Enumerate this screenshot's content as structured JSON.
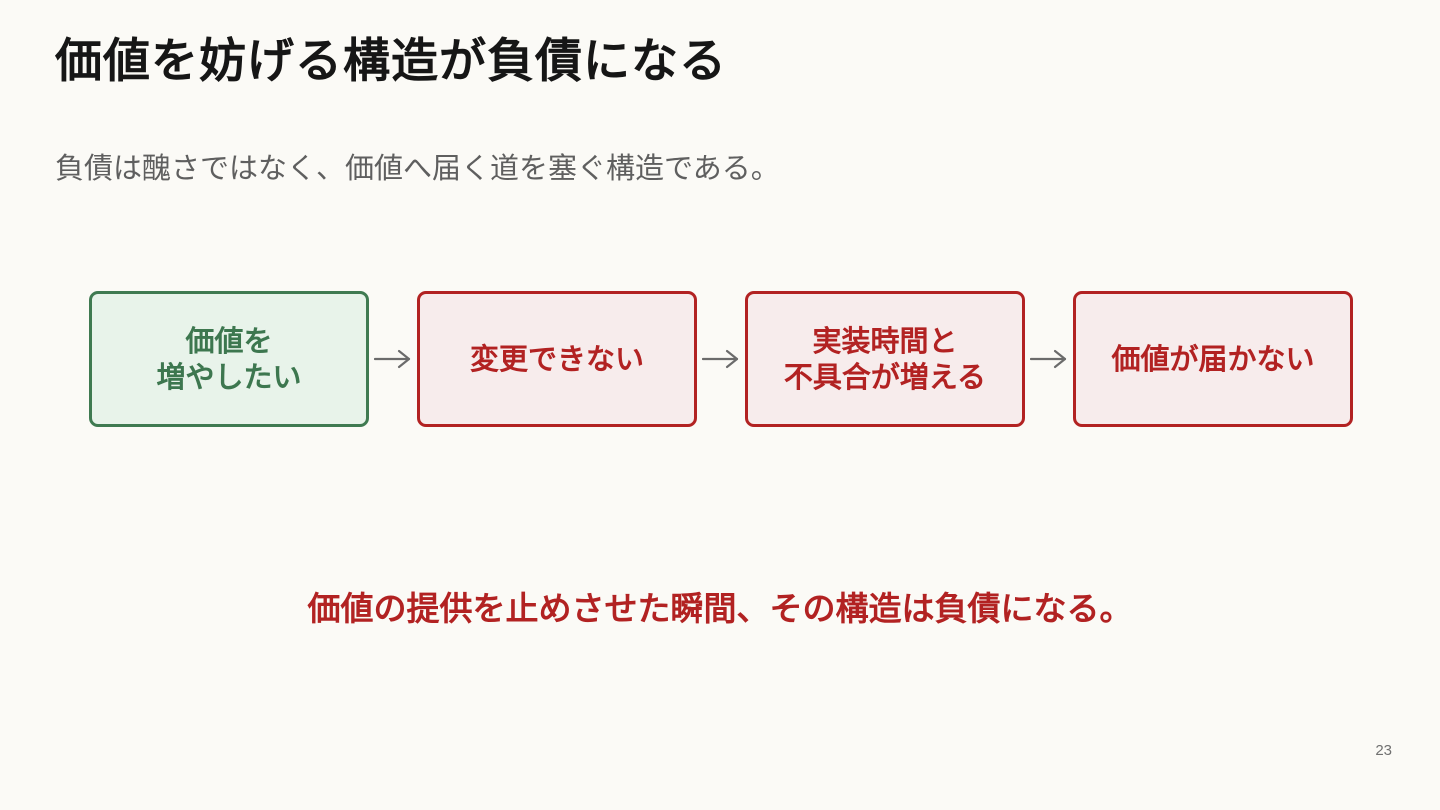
{
  "slide": {
    "title": "価値を妨げる構造が負債になる",
    "subtitle": "負債は醜さではなく、価値へ届く道を塞ぐ構造である。",
    "flow": [
      {
        "label": "価値を\n増やしたい",
        "kind": "goal"
      },
      {
        "label": "変更できない",
        "kind": "problem"
      },
      {
        "label": "実装時間と\n不具合が増える",
        "kind": "problem"
      },
      {
        "label": "価値が届かない",
        "kind": "problem"
      }
    ],
    "conclusion": "価値の提供を止めさせた瞬間、その構造は負債になる。",
    "page_number": "23"
  },
  "colors": {
    "background": "#fbfaf6",
    "goal_border": "#3f7a51",
    "goal_fill": "#e8f3ea",
    "problem_border": "#b22222",
    "problem_fill": "#f7ecec",
    "accent_red": "#b22222",
    "arrow": "#6b6b6b"
  },
  "icons": {
    "flow_arrow": "right-arrow-icon"
  }
}
